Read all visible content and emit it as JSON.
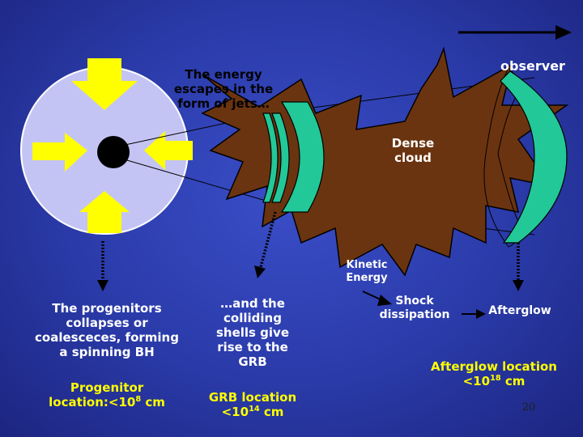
{
  "labels": {
    "energy_jets": "The energy escapes in the form of jets…",
    "observer": "observer",
    "dense_cloud": "Dense cloud",
    "kinetic_energy": "Kinetic Energy",
    "progenitors": "The progenitors collapses or coalesceces, forming a spinning BH",
    "progenitor_location_prefix": "Progenitor location:<10",
    "progenitor_location_exp": "8",
    "progenitor_location_unit": " cm",
    "colliding_shells": "…and the colliding shells give rise to the GRB",
    "grb_location_line1": "GRB location",
    "grb_location_prefix": "<10",
    "grb_location_exp": "14",
    "grb_location_unit": " cm",
    "shock_dissipation": "Shock dissipation",
    "afterglow": "Afterglow",
    "afterglow_location_line1": "Afterglow location",
    "afterglow_location_prefix": "<10",
    "afterglow_location_exp": "18",
    "afterglow_location_unit": " cm",
    "page_number": "20"
  },
  "colors": {
    "star_sphere": "#c4c4f4",
    "yellow_arrow": "#ffff00",
    "black_hole": "#000000",
    "dense_cloud": "#6b3410",
    "jet_shell": "#22c898",
    "yellow_text": "#ffff00"
  }
}
